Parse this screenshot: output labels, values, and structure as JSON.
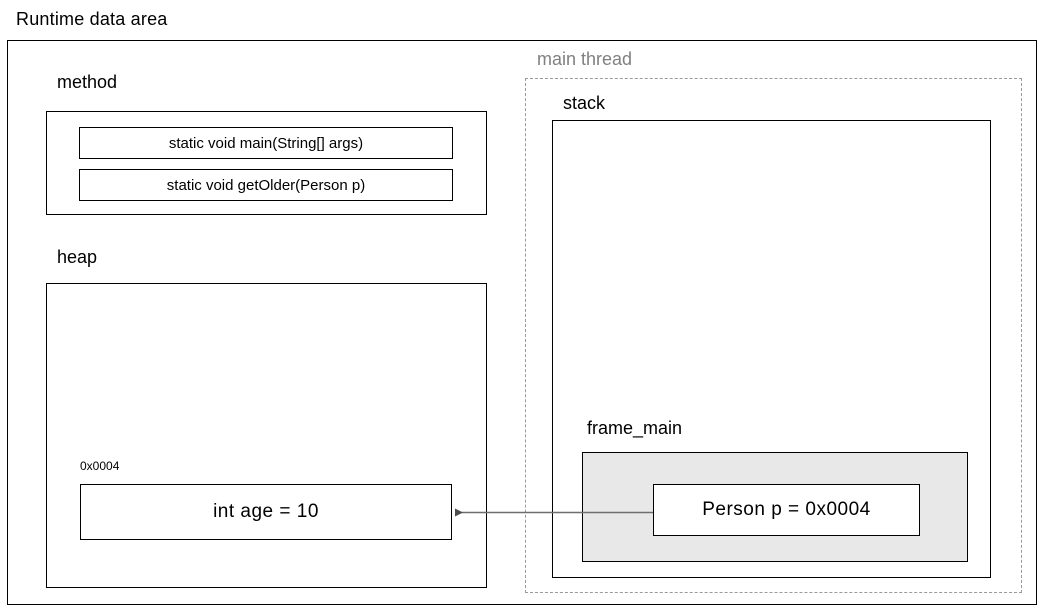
{
  "page": {
    "title": "Runtime data area",
    "background": "#ffffff",
    "line_color": "#000000",
    "dashed_color": "#9a9a9a",
    "muted_text_color": "#808080",
    "frame_fill": "#e8e8e8",
    "arrow_color": "#666666"
  },
  "method_area": {
    "label": "method",
    "methods": [
      {
        "signature": "static void main(String[] args)"
      },
      {
        "signature": "static void getOlder(Person p)"
      }
    ]
  },
  "heap_area": {
    "label": "heap",
    "objects": [
      {
        "address": "0x0004",
        "fields": "int age = 10"
      }
    ]
  },
  "thread_area": {
    "label": "main thread",
    "stack": {
      "label": "stack",
      "frames": [
        {
          "label": "frame_main",
          "variables": [
            {
              "declaration": "Person p = 0x0004"
            }
          ]
        }
      ]
    }
  },
  "arrow": {
    "name": "reference-arrow",
    "from": "Person p = 0x0004",
    "to": "0x0004",
    "direction": "left"
  }
}
